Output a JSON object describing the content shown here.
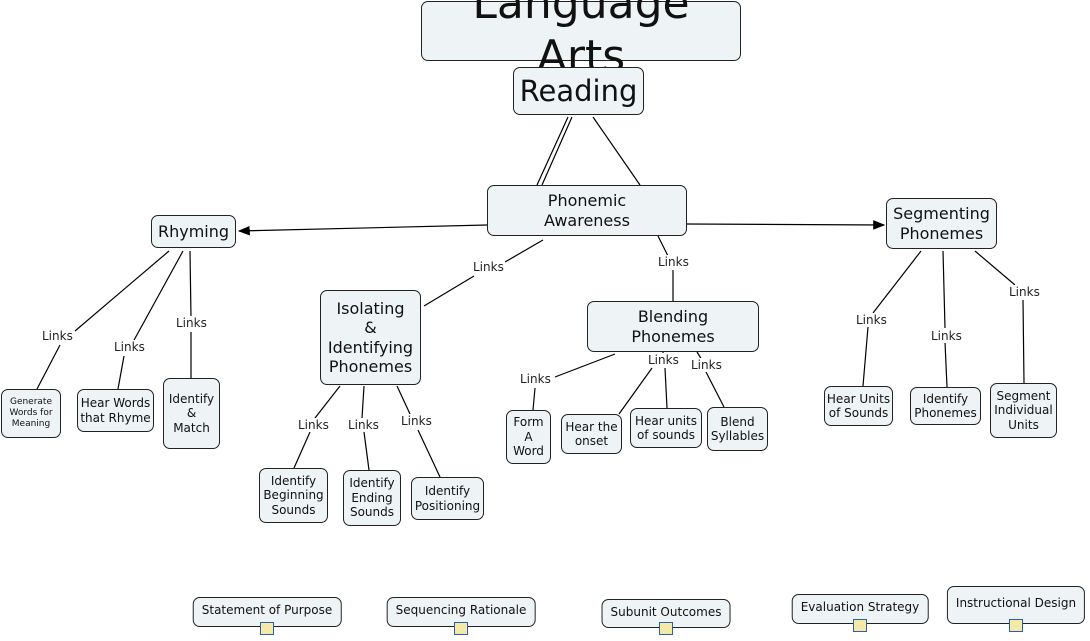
{
  "title": "Language Arts",
  "subject": "Reading",
  "link_label": "Links",
  "nodes": {
    "phonemic": "Phonemic\nAwareness",
    "rhyming": "Rhyming",
    "segmenting": "Segmenting\nPhonemes",
    "isolating": "Isolating\n&\nIdentifying\nPhonemes",
    "blending": "Blending\nPhonemes",
    "generate": "Generate\nWords for\nMeaning",
    "hear_words": "Hear Words\nthat Rhyme",
    "identify_match": "Identify\n&\nMatch",
    "identify_beginning": "Identify\nBeginning\nSounds",
    "identify_ending": "Identify\nEnding\nSounds",
    "identify_positioning": "Identify\nPositioning",
    "form_word": "Form\nA\nWord",
    "hear_onset": "Hear the\nonset",
    "hear_units": "Hear units\nof sounds",
    "blend_syllables": "Blend\nSyllables",
    "hear_units_seg": "Hear Units\nof Sounds",
    "identify_phonemes": "Identify\nPhonemes",
    "segment_units": "Segment\nIndividual\nUnits"
  },
  "resources": [
    "Statement of Purpose",
    "Sequencing Rationale",
    "Subunit Outcomes",
    "Evaluation Strategy",
    "Instructional Design"
  ],
  "colors": {
    "node_fill": "#eef4f6",
    "border": "#222222"
  }
}
